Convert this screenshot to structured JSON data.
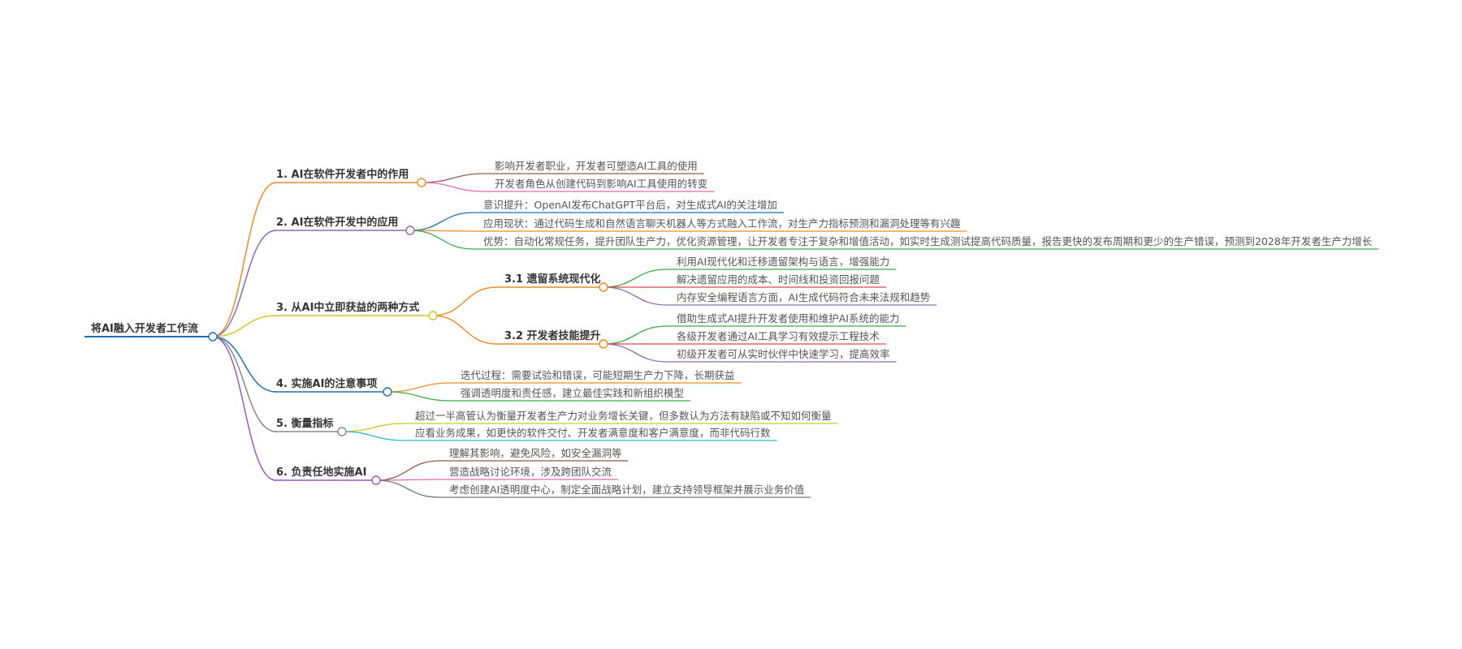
{
  "root": {
    "label": "将AI融入开发者工作流",
    "color": "#1f6fb5"
  },
  "branches": [
    {
      "label": "1. AI在软件开发者中的作用",
      "color": "#f08a24",
      "leaves": [
        {
          "text": "影响开发者职业，开发者可塑造AI工具的使用",
          "color": "#8a5a4e"
        },
        {
          "text": "开发者角色从创建代码到影响AI工具使用的转变",
          "color": "#e06bb5"
        }
      ]
    },
    {
      "label": "2. AI在软件开发中的应用",
      "color": "#8c6bb1",
      "leaves": [
        {
          "text": "意识提升：OpenAI发布ChatGPT平台后，对生成式AI的关注增加",
          "color": "#1f6fb5"
        },
        {
          "text": "应用现状：通过代码生成和自然语言聊天机器人等方式融入工作流，对生产力指标预测和漏洞处理等有兴趣",
          "color": "#f08a24"
        },
        {
          "text": "优势：自动化常规任务，提升团队生产力，优化资源管理，让开发者专注于复杂和增值活动，如实时生成测试提高代码质量，报告更快的发布周期和更少的生产错误，预测到2028年开发者生产力增长",
          "color": "#3aa845"
        }
      ]
    },
    {
      "label": "3. 从AI中立即获益的两种方式",
      "color": "#c9c92a",
      "subs": [
        {
          "label": "3.1 遗留系统现代化",
          "color": "#f08a24",
          "leaves": [
            {
              "text": "利用AI现代化和迁移遗留架构与语言，增强能力",
              "color": "#3aa845"
            },
            {
              "text": "解决遗留应用的成本、时间线和投资回报问题",
              "color": "#e04848"
            },
            {
              "text": "内存安全编程语言方面，AI生成代码符合未来法规和趋势",
              "color": "#8c6bb1"
            }
          ]
        },
        {
          "label": "3.2 开发者技能提升",
          "color": "#f08a24",
          "leaves": [
            {
              "text": "借助生成式AI提升开发者使用和维护AI系统的能力",
              "color": "#3aa845"
            },
            {
              "text": "各级开发者通过AI工具学习有效提示工程技术",
              "color": "#e04848"
            },
            {
              "text": "初级开发者可从实时伙伴中快速学习，提高效率",
              "color": "#8c6bb1"
            }
          ]
        }
      ]
    },
    {
      "label": "4. 实施AI的注意事项",
      "color": "#1f6fb5",
      "leaves": [
        {
          "text": "迭代过程：需要试验和错误，可能短期生产力下降，长期获益",
          "color": "#f08a24"
        },
        {
          "text": "强调透明度和责任感，建立最佳实践和新组织模型",
          "color": "#3aa845"
        }
      ]
    },
    {
      "label": "5. 衡量指标",
      "color": "#888888",
      "leaves": [
        {
          "text": "超过一半高管认为衡量开发者生产力对业务增长关键，但多数认为方法有缺陷或不知如何衡量",
          "color": "#c9c92a"
        },
        {
          "text": "应看业务成果，如更快的软件交付、开发者满意度和客户满意度，而非代码行数",
          "color": "#2bb6c9"
        }
      ]
    },
    {
      "label": "6. 负责任地实施AI",
      "color": "#9b59b6",
      "leaves": [
        {
          "text": "理解其影响，避免风险，如安全漏洞等",
          "color": "#8a5a4e"
        },
        {
          "text": "营造战略讨论环境，涉及跨团队交流",
          "color": "#e06bb5"
        },
        {
          "text": "考虑创建AI透明度中心，制定全面战略计划，建立支持领导框架并展示业务价值",
          "color": "#777777"
        }
      ]
    }
  ]
}
